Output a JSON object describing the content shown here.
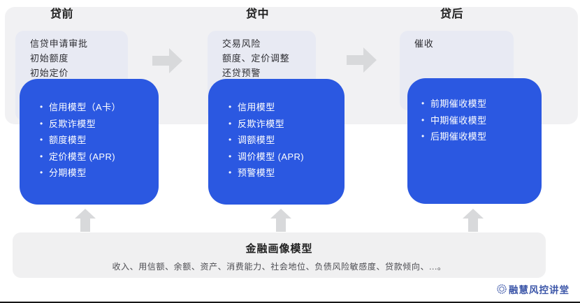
{
  "colors": {
    "accent-blue": "#2b58e1",
    "panel-gray": "#f1f1f3",
    "summary-bg": "#e8eaf3",
    "foundation-bg": "#f0f0f1",
    "arrow-gray": "#d8d9db",
    "brand-blue": "#3d57a9",
    "title-ink": "#1f1f1f"
  },
  "stages": [
    {
      "title": "贷前",
      "summary_lines": [
        "信贷申请审批",
        "初始额度",
        "初始定价"
      ],
      "models": [
        "信用模型（A卡）",
        "反欺诈模型",
        "额度模型",
        "定价模型 (APR)",
        "分期模型"
      ]
    },
    {
      "title": "贷中",
      "summary_lines": [
        "交易风险",
        "额度、定价调整",
        "还贷预警"
      ],
      "models": [
        "信用模型",
        "反欺诈模型",
        "调额模型",
        "调价模型 (APR)",
        "预警模型"
      ]
    },
    {
      "title": "贷后",
      "summary_lines": [
        "催收"
      ],
      "models": [
        "前期催收模型",
        "中期催收模型",
        "后期催收模型"
      ]
    }
  ],
  "foundation": {
    "title": "金融画像模型",
    "description": "收入、用信额、余额、资产、消费能力、社会地位、负债风险敏感度、贷款倾向、...。"
  },
  "watermark": {
    "label": "融慧风控讲堂"
  }
}
